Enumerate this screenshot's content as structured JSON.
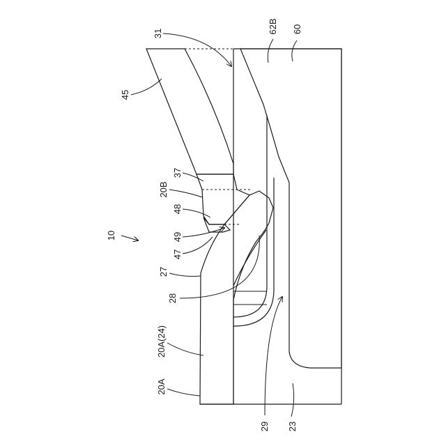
{
  "labels": {
    "ref_10": "10",
    "ref_20A": "20A",
    "ref_20A_24": "20A(24)",
    "ref_27": "27",
    "ref_47": "47",
    "ref_49": "49",
    "ref_48": "48",
    "ref_20B": "20B",
    "ref_37": "37",
    "ref_45": "45",
    "ref_31": "31",
    "ref_62B": "62B",
    "ref_60": "60",
    "ref_28": "28",
    "ref_29": "29",
    "ref_23": "23"
  }
}
